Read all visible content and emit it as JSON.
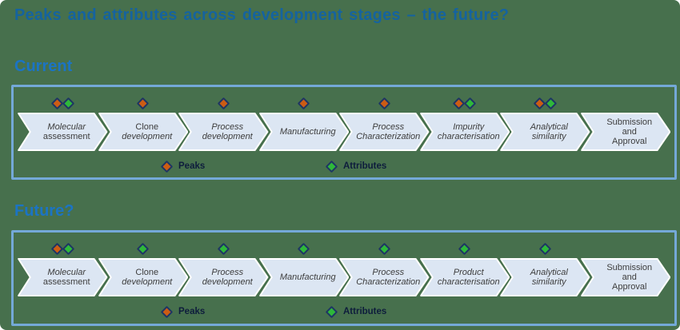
{
  "title": "Peaks and attributes across development stages – the future?",
  "colors": {
    "background": "#47704d",
    "title_text": "#15639f",
    "heading_text": "#1b74c4",
    "box_border": "#74a9d8",
    "chevron_fill": "#dce6f3",
    "chevron_stroke": "#ffffff",
    "stage_text": "#3d3d3d",
    "peak_color": "#cc5c14",
    "attribute_color": "#2eb83a",
    "diamond_border": "#1e3564",
    "legend_text": "#0e1d3c"
  },
  "legend": {
    "peaks_label": "Peaks",
    "attributes_label": "Attributes"
  },
  "sections": [
    {
      "heading": "Current",
      "stages": [
        {
          "lines": [
            {
              "text": "Molecular",
              "italic": true
            },
            {
              "text": "assessment",
              "italic": false
            }
          ],
          "markers": [
            "peak",
            "attribute"
          ]
        },
        {
          "lines": [
            {
              "text": "Clone",
              "italic": false
            },
            {
              "text": "development",
              "italic": true
            }
          ],
          "markers": [
            "peak"
          ]
        },
        {
          "lines": [
            {
              "text": "Process",
              "italic": true
            },
            {
              "text": "development",
              "italic": true
            }
          ],
          "markers": [
            "peak"
          ]
        },
        {
          "lines": [
            {
              "text": "Manufacturing",
              "italic": true
            }
          ],
          "markers": [
            "peak"
          ]
        },
        {
          "lines": [
            {
              "text": "Process",
              "italic": true
            },
            {
              "text": "Characterization",
              "italic": true
            }
          ],
          "markers": [
            "peak"
          ]
        },
        {
          "lines": [
            {
              "text": "Impurity",
              "italic": true
            },
            {
              "text": "characterisation",
              "italic": true
            }
          ],
          "markers": [
            "peak",
            "attribute"
          ]
        },
        {
          "lines": [
            {
              "text": "Analytical",
              "italic": true
            },
            {
              "text": "similarity",
              "italic": true
            }
          ],
          "markers": [
            "peak",
            "attribute"
          ]
        },
        {
          "lines": [
            {
              "text": "Submission",
              "italic": false
            },
            {
              "text": "and",
              "italic": false
            },
            {
              "text": "Approval",
              "italic": false
            }
          ],
          "markers": []
        }
      ]
    },
    {
      "heading": "Future?",
      "stages": [
        {
          "lines": [
            {
              "text": "Molecular",
              "italic": true
            },
            {
              "text": "assessment",
              "italic": false
            }
          ],
          "markers": [
            "peak",
            "attribute"
          ]
        },
        {
          "lines": [
            {
              "text": "Clone",
              "italic": false
            },
            {
              "text": "development",
              "italic": true
            }
          ],
          "markers": [
            "attribute"
          ]
        },
        {
          "lines": [
            {
              "text": "Process",
              "italic": true
            },
            {
              "text": "development",
              "italic": true
            }
          ],
          "markers": [
            "attribute"
          ]
        },
        {
          "lines": [
            {
              "text": "Manufacturing",
              "italic": true
            }
          ],
          "markers": [
            "attribute"
          ]
        },
        {
          "lines": [
            {
              "text": "Process",
              "italic": true
            },
            {
              "text": "Characterization",
              "italic": true
            }
          ],
          "markers": [
            "attribute"
          ]
        },
        {
          "lines": [
            {
              "text": "Product",
              "italic": true
            },
            {
              "text": "characterisation",
              "italic": true
            }
          ],
          "markers": [
            "attribute"
          ]
        },
        {
          "lines": [
            {
              "text": "Analytical",
              "italic": true
            },
            {
              "text": "similarity",
              "italic": true
            }
          ],
          "markers": [
            "attribute"
          ]
        },
        {
          "lines": [
            {
              "text": "Submission",
              "italic": false
            },
            {
              "text": "and",
              "italic": false
            },
            {
              "text": "Approval",
              "italic": false
            }
          ],
          "markers": []
        }
      ]
    }
  ]
}
